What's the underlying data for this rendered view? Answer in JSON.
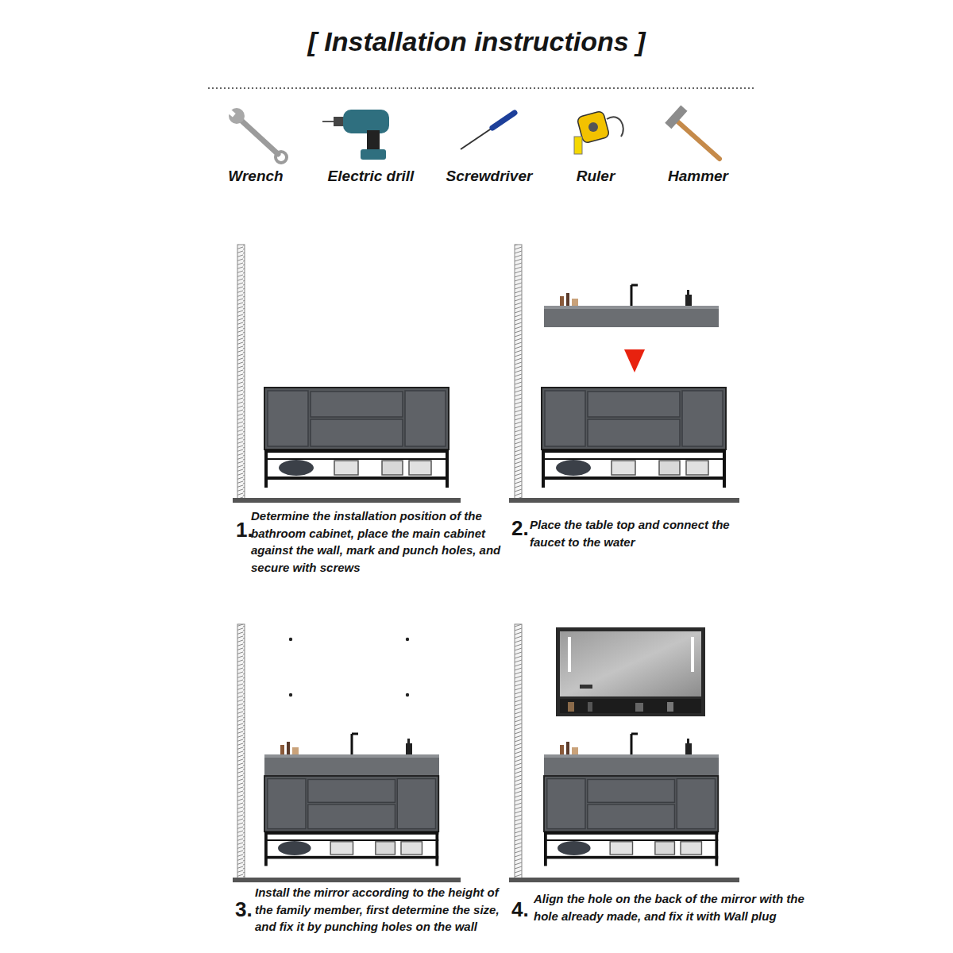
{
  "diagram": {
    "title": "[ Installation instructions ]",
    "labels": [
      "Wrench",
      "Electric drill",
      "Screwdriver",
      "Ruler",
      "Hammer",
      "1.",
      "Determine the installation position of the bathroom cabinet, place the main cabinet against the wall, mark and punch holes, and secure with screws",
      "2.",
      "Place the table top and connect the faucet to the water",
      "3.",
      "Install the mirror according to the height of the family member, first determine the size, and fix it by punching holes on the wall",
      "4.",
      "Align the hole on the back of the mirror with the hole already made, and fix it with Wall plug"
    ]
  }
}
